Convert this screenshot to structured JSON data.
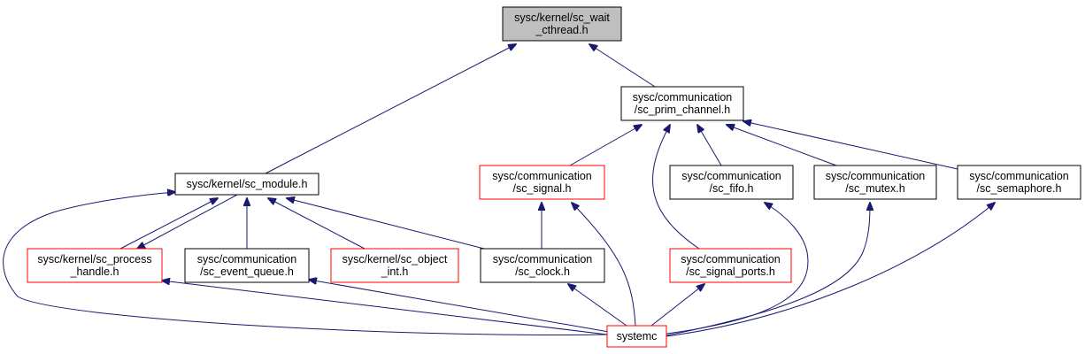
{
  "colors": {
    "edge": "#191970",
    "border_default": "#000000",
    "border_truncated": "#ff0000",
    "fill_default": "#ffffff",
    "fill_root": "#bfbfbf"
  },
  "nodes": {
    "sc_wait_cthread": {
      "lines": [
        "sysc/kernel/sc_wait",
        "_cthread.h"
      ],
      "kind": "root"
    },
    "sc_prim_channel": {
      "lines": [
        "sysc/communication",
        "/sc_prim_channel.h"
      ],
      "kind": "normal"
    },
    "sc_module": {
      "lines": [
        "sysc/kernel/sc_module.h"
      ],
      "kind": "normal"
    },
    "sc_signal": {
      "lines": [
        "sysc/communication",
        "/sc_signal.h"
      ],
      "kind": "truncated"
    },
    "sc_fifo": {
      "lines": [
        "sysc/communication",
        "/sc_fifo.h"
      ],
      "kind": "normal"
    },
    "sc_mutex": {
      "lines": [
        "sysc/communication",
        "/sc_mutex.h"
      ],
      "kind": "normal"
    },
    "sc_semaphore": {
      "lines": [
        "sysc/communication",
        "/sc_semaphore.h"
      ],
      "kind": "normal"
    },
    "sc_process_handle": {
      "lines": [
        "sysc/kernel/sc_process",
        "_handle.h"
      ],
      "kind": "truncated"
    },
    "sc_event_queue": {
      "lines": [
        "sysc/communication",
        "/sc_event_queue.h"
      ],
      "kind": "normal"
    },
    "sc_object_int": {
      "lines": [
        "sysc/kernel/sc_object",
        "_int.h"
      ],
      "kind": "truncated"
    },
    "sc_clock": {
      "lines": [
        "sysc/communication",
        "/sc_clock.h"
      ],
      "kind": "normal"
    },
    "sc_signal_ports": {
      "lines": [
        "sysc/communication",
        "/sc_signal_ports.h"
      ],
      "kind": "truncated"
    },
    "systemc": {
      "lines": [
        "systemc"
      ],
      "kind": "truncated"
    }
  },
  "edges": [
    [
      "sc_module",
      "sc_wait_cthread"
    ],
    [
      "sc_prim_channel",
      "sc_wait_cthread"
    ],
    [
      "sc_signal",
      "sc_prim_channel"
    ],
    [
      "sc_fifo",
      "sc_prim_channel"
    ],
    [
      "sc_mutex",
      "sc_prim_channel"
    ],
    [
      "sc_semaphore",
      "sc_prim_channel"
    ],
    [
      "sc_signal_ports",
      "sc_prim_channel"
    ],
    [
      "sc_process_handle",
      "sc_module"
    ],
    [
      "sc_module",
      "sc_process_handle"
    ],
    [
      "sc_event_queue",
      "sc_module"
    ],
    [
      "sc_object_int",
      "sc_module"
    ],
    [
      "sc_clock",
      "sc_module"
    ],
    [
      "systemc",
      "sc_module"
    ],
    [
      "sc_clock",
      "sc_signal"
    ],
    [
      "systemc",
      "sc_signal"
    ],
    [
      "systemc",
      "sc_process_handle"
    ],
    [
      "systemc",
      "sc_event_queue"
    ],
    [
      "systemc",
      "sc_clock"
    ],
    [
      "systemc",
      "sc_signal_ports"
    ],
    [
      "systemc",
      "sc_fifo"
    ],
    [
      "systemc",
      "sc_mutex"
    ],
    [
      "systemc",
      "sc_semaphore"
    ]
  ]
}
